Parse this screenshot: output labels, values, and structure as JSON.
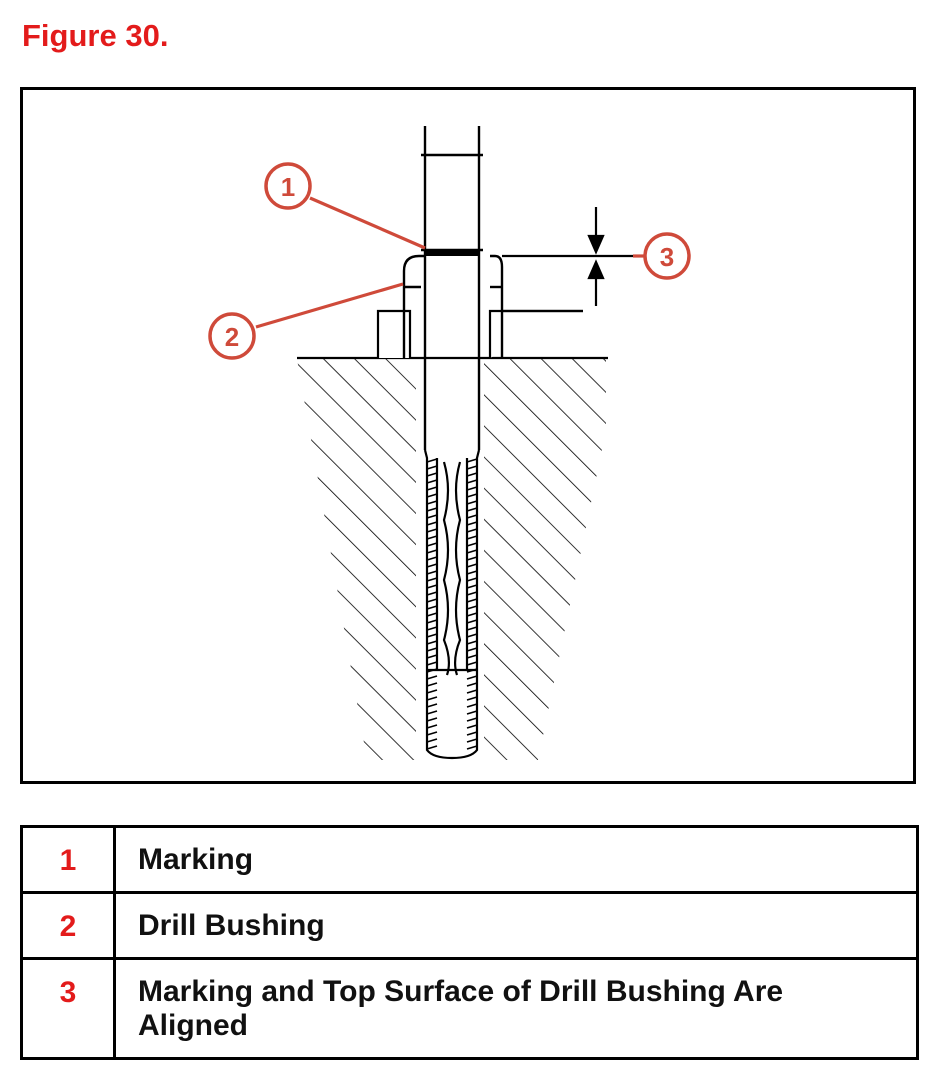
{
  "figure": {
    "title": "Figure 30."
  },
  "callouts": [
    {
      "number": "1"
    },
    {
      "number": "2"
    },
    {
      "number": "3"
    }
  ],
  "legend": [
    {
      "number": "1",
      "description": "Marking"
    },
    {
      "number": "2",
      "description": "Drill Bushing"
    },
    {
      "number": "3",
      "description": "Marking and Top Surface of Drill Bushing Are Aligned"
    }
  ],
  "colors": {
    "callout": "#cf4a3a",
    "title": "#e31b1b",
    "line": "#000000"
  }
}
